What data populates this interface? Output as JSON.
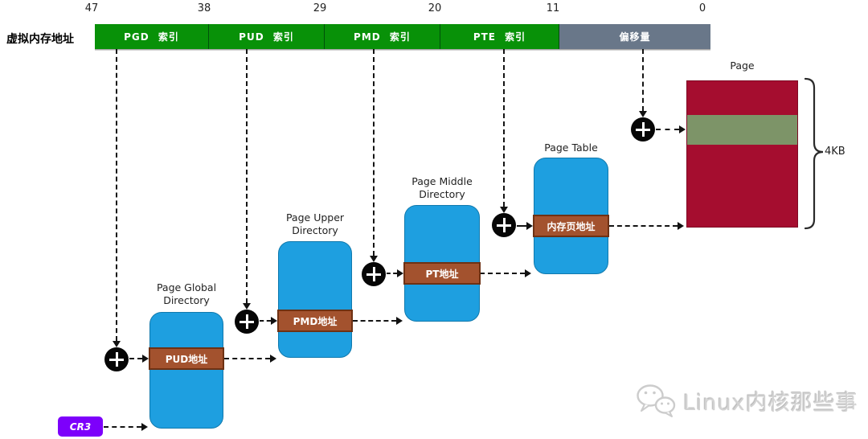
{
  "virtual_address_label": "虚拟内存地址",
  "address_bar": {
    "bit_labels": [
      "47",
      "38",
      "29",
      "20",
      "11",
      "0"
    ],
    "segments": [
      {
        "label": "PGD 索引",
        "kind": "index"
      },
      {
        "label": "PUD 索引",
        "kind": "index"
      },
      {
        "label": "PMD 索引",
        "kind": "index"
      },
      {
        "label": "PTE 索引",
        "kind": "index"
      },
      {
        "label": "偏移量",
        "kind": "offset"
      }
    ]
  },
  "cr3": {
    "label": "CR3"
  },
  "tables": [
    {
      "title": "Page Global Directory",
      "entry": "PUD地址"
    },
    {
      "title": "Page Upper Directory",
      "entry": "PMD地址"
    },
    {
      "title": "Page Middle Directory",
      "entry": "PT地址"
    },
    {
      "title": "Page Table",
      "entry": "内存页地址"
    }
  ],
  "page": {
    "title": "Page",
    "size": "4KB"
  },
  "icons": {
    "plus": "+",
    "watermark": "wechat-chat-bubbles"
  },
  "watermark": {
    "text": "Linux内核那些事"
  },
  "colors": {
    "index_green": "#089108",
    "offset_gray": "#697789",
    "table_blue": "#1e9fe0",
    "entry_brown": "#a3522e",
    "cr3_purple": "#7d00fb",
    "page_red": "#a50d2f",
    "page_frame_green": "#7d9468"
  }
}
